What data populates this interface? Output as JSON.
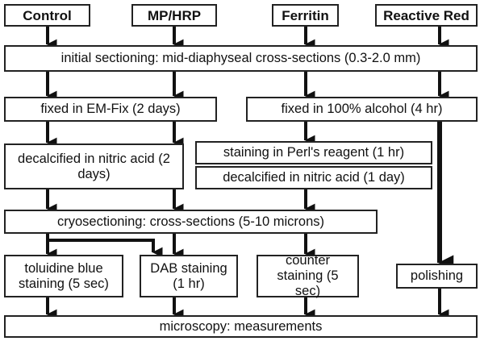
{
  "colors": {
    "line": "#111111",
    "box_border": "#222222",
    "background": "#ffffff",
    "text": "#111111"
  },
  "headers": {
    "control": "Control",
    "mp_hrp": "MP/HRP",
    "ferritin": "Ferritin",
    "reactive_red": "Reactive Red"
  },
  "steps": {
    "initial_sectioning": "initial sectioning: mid-diaphyseal cross-sections (0.3-2.0 mm)",
    "fixed_em_fix": "fixed in EM-Fix (2 days)",
    "fixed_alcohol": "fixed in 100% alcohol (4 hr)",
    "decalcified_nitric_2d": "decalcified in nitric acid (2 days)",
    "perls_staining": "staining in Perl's reagent (1 hr)",
    "decalcified_nitric_1d": "decalcified in nitric acid (1 day)",
    "cryosectioning": "cryosectioning: cross-sections (5-10 microns)",
    "toluidine": "toluidine blue staining (5 sec)",
    "dab": "DAB staining (1 hr)",
    "counter": "counter staining (5 sec)",
    "polishing": "polishing",
    "microscopy": "microscopy: measurements"
  }
}
